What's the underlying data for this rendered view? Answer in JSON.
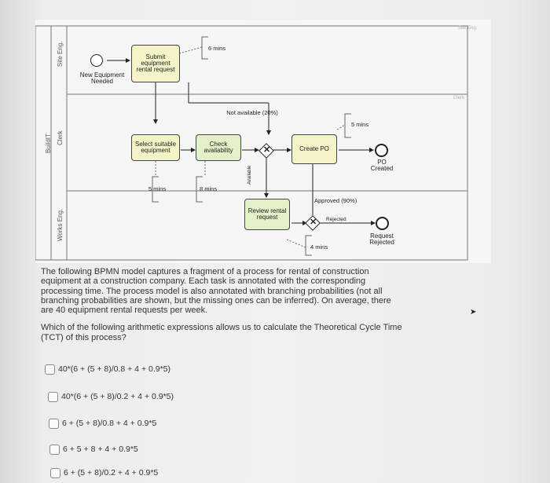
{
  "diagram": {
    "pool_label": "BuildIT",
    "lanes": [
      "Site Eng.",
      "Clerk",
      "Works Eng."
    ],
    "faint_labels": [
      "Site Eng.",
      "Clerk"
    ],
    "start_event": "New Equipment Needed",
    "tasks": {
      "submit": "Submit equipment rental request",
      "select": "Select suitable equipment",
      "check": "Check availability",
      "create_po": "Create PO",
      "review": "Review rental request"
    },
    "end_events": {
      "po_created": "PO Created",
      "rejected": "Request Rejected"
    },
    "annotations": {
      "submit_time": "6 mins",
      "select_time": "5 mins",
      "check_time": "8 mins",
      "po_time": "5 mins",
      "review_time": "4 mins"
    },
    "flow_labels": {
      "not_available": "Not available (20%)",
      "available": "Available",
      "approved": "Approved (90%)",
      "rejected": "Rejected"
    }
  },
  "question": {
    "paragraph1": "The following BPMN model captures a fragment of a process for rental of construction equipment at a construction company. Each task is annotated with the corresponding processing time. The process model is also annotated with branching probabilities (not all branching probabilities are shown, but the missing ones can be inferred). On average, there are 40 equipment rental requests per week.",
    "paragraph2": "Which of the following arithmetic expressions allows us to calculate the Theoretical Cycle Time (TCT) of this process?"
  },
  "options": [
    "40*(6 + (5 + 8)/0.8 + 4 + 0.9*5)",
    "40*(6 + (5 + 8)/0.2 + 4 + 0.9*5)",
    "6 + (5 + 8)/0.8 + 4 + 0.9*5",
    "6 + 5 + 8 + 4 + 0.9*5",
    "6 + (5 + 8)/0.2 + 4 + 0.9*5"
  ]
}
